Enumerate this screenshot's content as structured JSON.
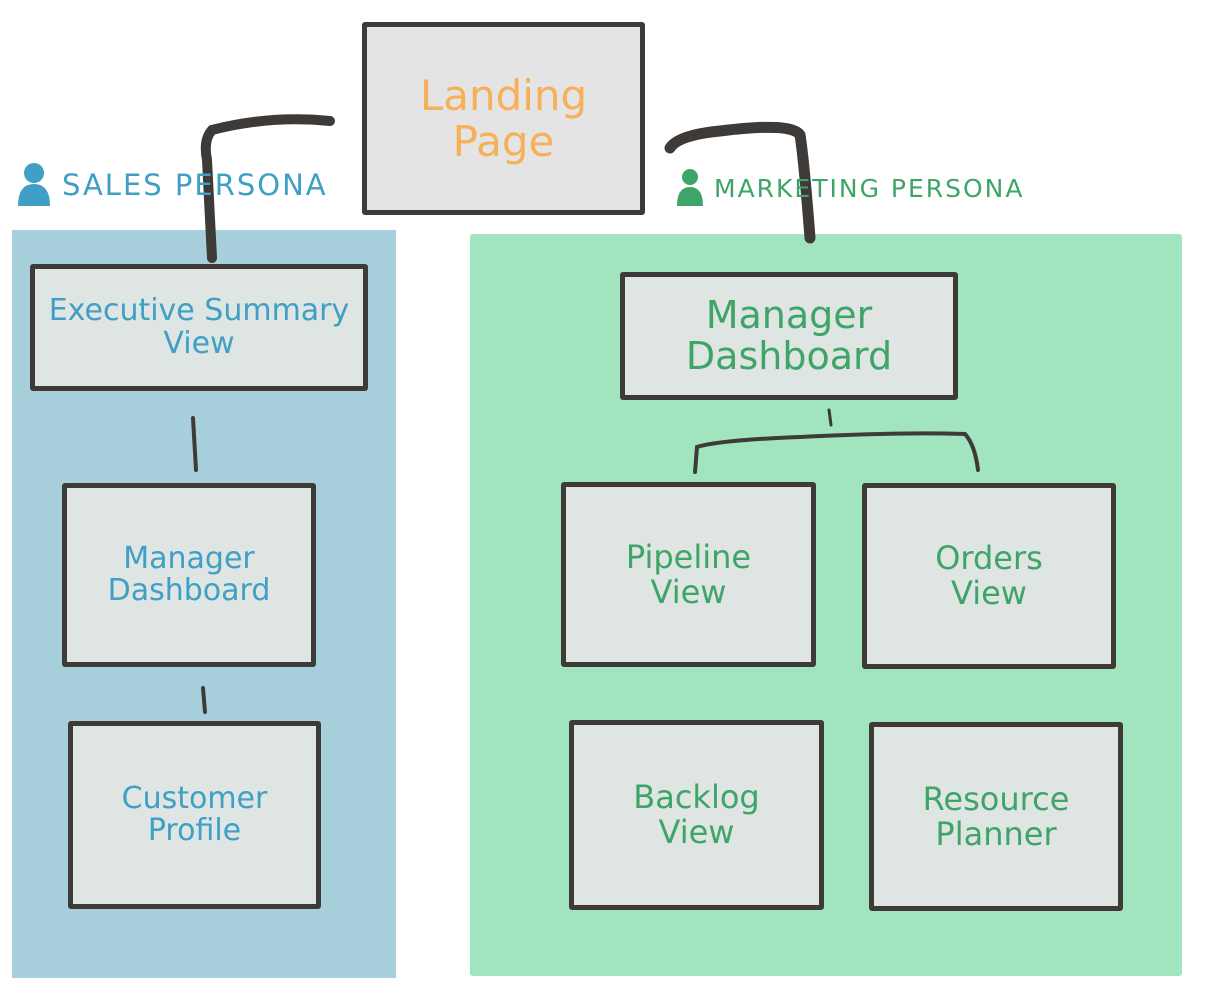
{
  "diagram": {
    "landing": {
      "lines": [
        "Landing",
        "Page"
      ]
    },
    "personas": {
      "sales": {
        "label": "SALES PERSONA",
        "icon": "user-icon",
        "color": "#3f9fc4",
        "panel_color": "#a7cfdc",
        "nodes": [
          {
            "lines": [
              "Executive Summary",
              "View"
            ]
          },
          {
            "lines": [
              "Manager",
              "Dashboard"
            ]
          },
          {
            "lines": [
              "Customer",
              "Profile"
            ]
          }
        ]
      },
      "marketing": {
        "label": "MARKETING PERSONA",
        "icon": "user-icon",
        "color": "#3ea468",
        "panel_color": "#a0e4c0",
        "nodes": [
          {
            "lines": [
              "Manager",
              "Dashboard"
            ]
          },
          {
            "lines": [
              "Pipeline",
              "View"
            ]
          },
          {
            "lines": [
              "Orders",
              "View"
            ]
          },
          {
            "lines": [
              "Backlog",
              "View"
            ]
          },
          {
            "lines": [
              "Resource",
              "Planner"
            ]
          }
        ]
      }
    },
    "landing_text_color": "#f6b05a",
    "line_color": "#3d3a38"
  }
}
